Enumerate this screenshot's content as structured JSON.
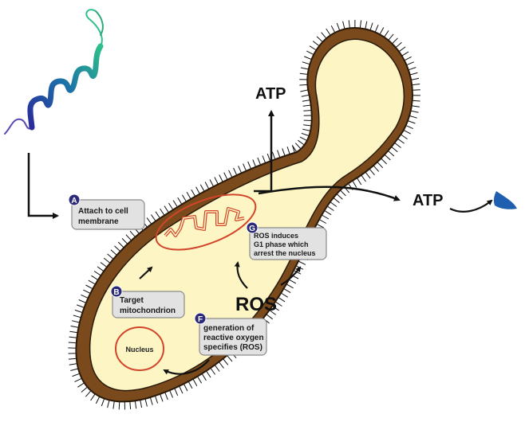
{
  "colors": {
    "wall": "#7a4a1c",
    "wall_outline": "#2a1a0a",
    "cytoplasm": "#fdf6c4",
    "organelle": "#d2452b",
    "badge": "#2b2a7a",
    "box_fill": "#e2e2e2",
    "box_stroke": "#8a8a8a",
    "drop": "#1f5fb0"
  },
  "icons": {
    "peptide": "peptide-helix-icon",
    "drop": "blue-droplet-icon"
  },
  "labels": {
    "atp_top": "ATP",
    "atp_right": "ATP",
    "ros": "ROS",
    "nucleus": "Nucleus"
  },
  "steps": [
    {
      "letter": "A",
      "lines": [
        "Attach to cell",
        "membrane"
      ]
    },
    {
      "letter": "B",
      "lines": [
        "Target",
        "mitochondrion"
      ]
    },
    {
      "letter": "F",
      "lines": [
        "generation of",
        "reactive oxygen",
        "specifies (ROS)"
      ]
    },
    {
      "letter": "G",
      "lines": [
        "ROS induces",
        "G1 phase which",
        "arrest the nucleus"
      ]
    }
  ]
}
